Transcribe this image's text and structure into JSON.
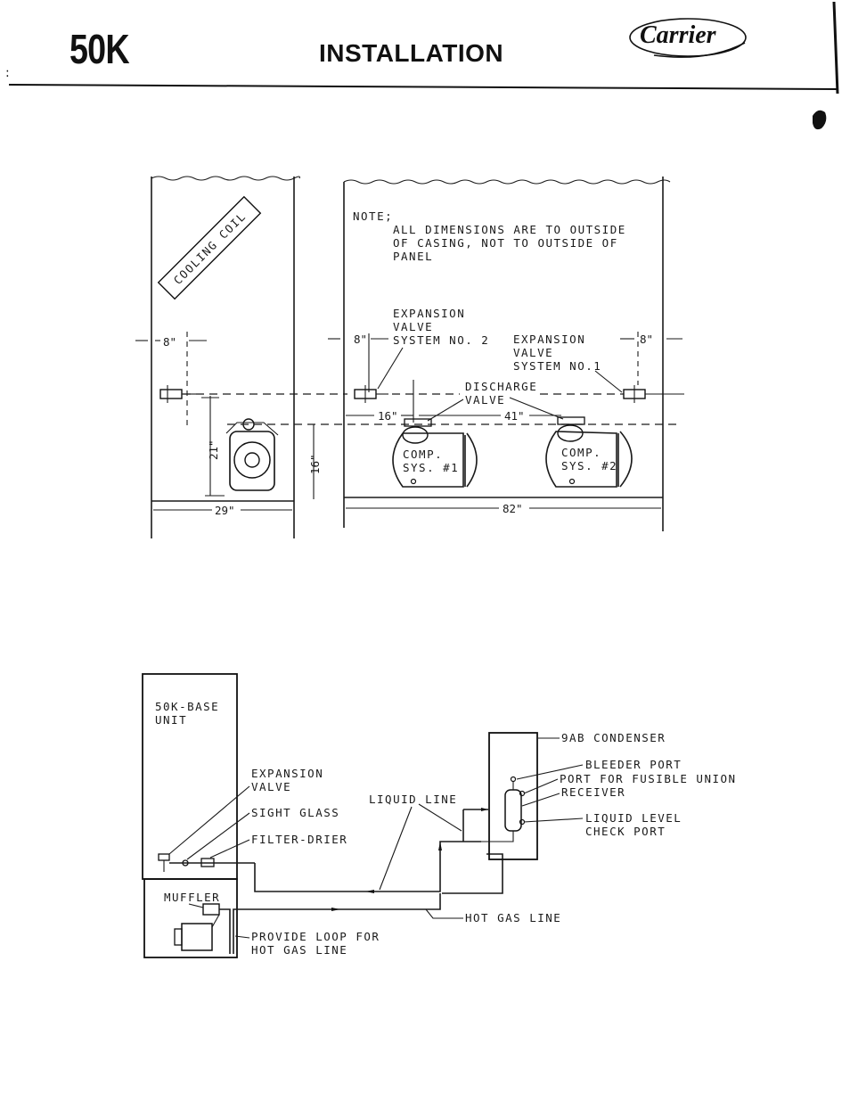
{
  "header": {
    "model": "50K",
    "title": "INSTALLATION",
    "brand": "Carrier"
  },
  "fig1": {
    "coil_label": "COOLING COIL",
    "note_lines": [
      "NOTE;",
      "ALL DIMENSIONS ARE TO OUTSIDE",
      "OF CASING, NOT TO OUTSIDE OF",
      "PANEL"
    ],
    "exp_valve_2": [
      "EXPANSION",
      "VALVE",
      "SYSTEM NO. 2"
    ],
    "exp_valve_1": [
      "EXPANSION",
      "VALVE",
      "SYSTEM NO.1"
    ],
    "discharge_valve": [
      "DISCHARGE",
      "VALVE"
    ],
    "comp_1": [
      "COMP.",
      "SYS. #1"
    ],
    "comp_2": [
      "COMP.",
      "SYS. #2"
    ],
    "dims": {
      "left_8": "8\"",
      "mid_8": "8\"",
      "right_8": "8\"",
      "d21": "21\"",
      "d16v": "16\"",
      "d16h": "16\"",
      "d41": "41\"",
      "d29": "29\"",
      "d82": "82\""
    }
  },
  "fig2": {
    "base_unit": [
      "50K-BASE",
      "UNIT"
    ],
    "expansion_valve": [
      "EXPANSION",
      "VALVE"
    ],
    "sight_glass": "SIGHT GLASS",
    "filter_drier": "FILTER-DRIER",
    "muffler": "MUFFLER",
    "loop": [
      "PROVIDE LOOP FOR",
      "HOT GAS LINE"
    ],
    "liquid_line": "LIQUID LINE",
    "hot_gas_line": "HOT GAS LINE",
    "condenser": "9AB CONDENSER",
    "bleeder_port": "BLEEDER PORT",
    "fusible_port": "PORT FOR FUSIBLE UNION",
    "receiver": "RECEIVER",
    "level_port": [
      "LIQUID LEVEL",
      "CHECK PORT"
    ]
  }
}
